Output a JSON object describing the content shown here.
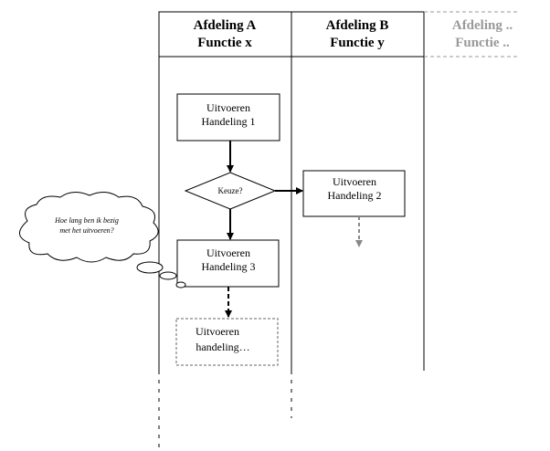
{
  "lanes": [
    {
      "title": "Afdeling A",
      "subtitle": "Functie x"
    },
    {
      "title": "Afdeling B",
      "subtitle": "Functie y"
    },
    {
      "title": "Afdeling ..",
      "subtitle": "Functie .."
    }
  ],
  "nodes": {
    "step1": {
      "line1": "Uitvoeren",
      "line2": "Handeling 1"
    },
    "decision": {
      "label": "Keuze?"
    },
    "step2": {
      "line1": "Uitvoeren",
      "line2": "Handeling 2"
    },
    "step3": {
      "line1": "Uitvoeren",
      "line2": "Handeling 3"
    },
    "stepN": {
      "line1": "Uitvoeren",
      "line2": "handeling…"
    }
  },
  "thought": {
    "line1": "Hoe lang ben ik bezig",
    "line2": "met het uitvoeren?"
  },
  "colors": {
    "line": "#000000",
    "faded": "#999999"
  }
}
